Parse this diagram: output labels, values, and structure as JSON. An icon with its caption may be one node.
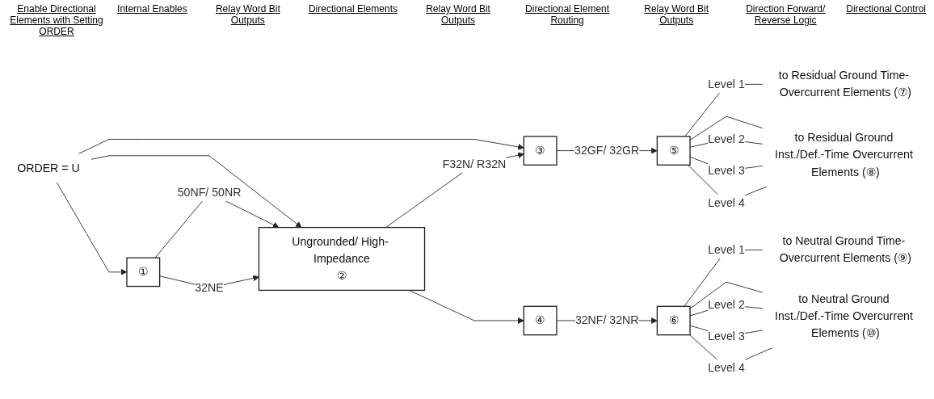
{
  "diagram": {
    "nodes": [
      {
        "text": [
          "ORDER = U"
        ]
      },
      {
        "text": [
          "①"
        ]
      },
      {
        "text": [
          "Ungrounded/ High- Impedance",
          "②"
        ]
      },
      {
        "text": [
          "③"
        ]
      },
      {
        "text": [
          "④"
        ]
      },
      {
        "text": [
          "⑤"
        ]
      },
      {
        "text": [
          "⑥"
        ]
      },
      {
        "text": [
          "to Residual Ground Time- Overcurrent Elements (⑦)"
        ]
      },
      {
        "text": [
          "to Residual Ground Inst./Def.-Time Overcurrent Elements (⑧)"
        ]
      },
      {
        "text": [
          "to Neutral Ground Time- Overcurrent Elements (⑨)"
        ]
      },
      {
        "text": [
          "to Neutral Ground Inst./Def.-Time Overcurrent Elements (⑩)"
        ]
      }
    ],
    "edges": [
      {
        "from": 0,
        "to": 1,
        "arrow": "to"
      },
      {
        "from": 0,
        "to": 3,
        "arrow": "to"
      },
      {
        "from": 0,
        "to": 2,
        "arrow": "to"
      },
      {
        "from": 1,
        "to": 2,
        "arrow": "to",
        "label": "50NF/ 50NR"
      },
      {
        "from": 1,
        "to": 2,
        "arrow": "to",
        "label": "32NE"
      },
      {
        "from": 2,
        "to": 3,
        "arrow": "to",
        "label": "F32N/ R32N"
      },
      {
        "from": 2,
        "to": 4,
        "arrow": "to"
      },
      {
        "from": 3,
        "to": 5,
        "arrow": "to",
        "label": "32GF/ 32GR"
      },
      {
        "from": 4,
        "to": 6,
        "arrow": "to",
        "label": "32NF/ 32NR"
      },
      {
        "from": 5,
        "to": 7,
        "arrow": "none",
        "label": "Level 1"
      },
      {
        "from": 5,
        "to": 8,
        "arrow": "none"
      },
      {
        "from": 5,
        "to": 8,
        "arrow": "none",
        "label": "Level 2"
      },
      {
        "from": 5,
        "to": 8,
        "arrow": "none",
        "label": "Level 3"
      },
      {
        "from": 5,
        "to": 8,
        "arrow": "none",
        "label": "Level 4"
      },
      {
        "from": 6,
        "to": 9,
        "arrow": "none",
        "label": "Level 1"
      },
      {
        "from": 6,
        "to": 10,
        "arrow": "none"
      },
      {
        "from": 6,
        "to": 10,
        "arrow": "none",
        "label": "Level 2"
      },
      {
        "from": 6,
        "to": 10,
        "arrow": "none",
        "label": "Level 3"
      },
      {
        "from": 6,
        "to": 10,
        "arrow": "none",
        "label": "Level 4"
      }
    ],
    "labels": [
      "Enable Directional Elements with Setting ORDER",
      "Internal Enables",
      "Relay Word Bit Outputs",
      "Directional Elements",
      "Relay Word Bit Outputs",
      "Directional Element Routing",
      "Relay Word Bit Outputs",
      "Direction Forward/ Reverse Logic",
      "Directional Control"
    ]
  }
}
